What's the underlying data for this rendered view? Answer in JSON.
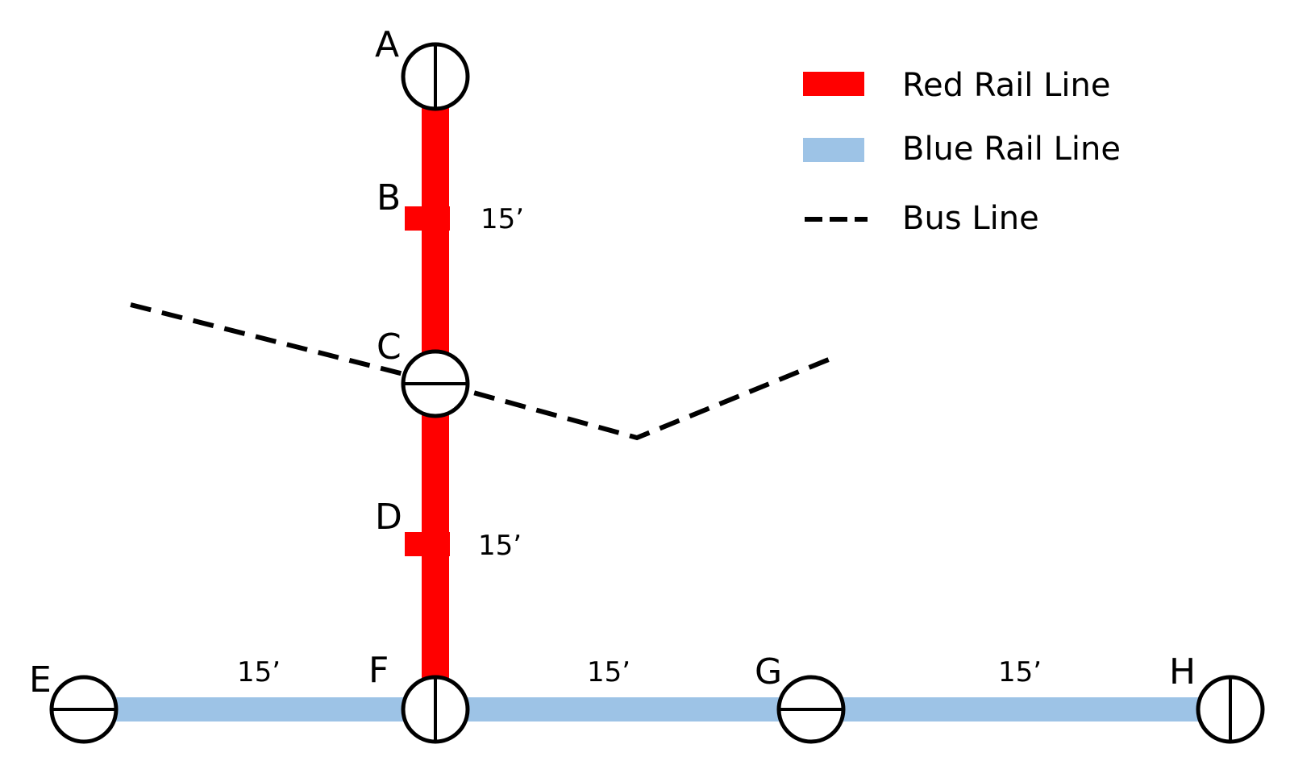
{
  "colors": {
    "red_line": "#ff0000",
    "blue_line": "#9dc3e6",
    "bus_line": "#000000",
    "station_fill": "#ffffff",
    "station_stroke": "#000000"
  },
  "legend": {
    "red_label": "Red Rail Line",
    "blue_label": "Blue Rail Line",
    "bus_label": "Bus Line"
  },
  "stations": {
    "A": {
      "label": "A",
      "kind": "major-station",
      "divider": "vertical"
    },
    "B": {
      "label": "B",
      "kind": "minor-stop"
    },
    "C": {
      "label": "C",
      "kind": "major-station",
      "divider": "horizontal"
    },
    "D": {
      "label": "D",
      "kind": "minor-stop"
    },
    "E": {
      "label": "E",
      "kind": "major-station",
      "divider": "horizontal"
    },
    "F": {
      "label": "F",
      "kind": "major-station",
      "divider": "vertical"
    },
    "G": {
      "label": "G",
      "kind": "major-station",
      "divider": "horizontal"
    },
    "H": {
      "label": "H",
      "kind": "major-station",
      "divider": "vertical"
    }
  },
  "travel_times": {
    "A_B": "15’",
    "D_F": "15’",
    "E_F": "15’",
    "F_G": "15’",
    "G_H": "15’"
  }
}
